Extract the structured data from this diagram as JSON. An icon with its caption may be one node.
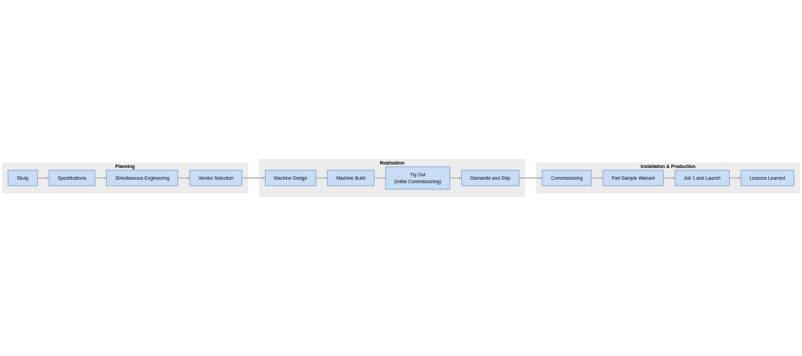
{
  "diagram": {
    "nodes": [
      {
        "text": [
          "Planning"
        ]
      },
      {
        "text": [
          "Study"
        ],
        "in": 0
      },
      {
        "text": [
          "Specifications"
        ],
        "in": 0
      },
      {
        "text": [
          "Simultaneous Engineering"
        ],
        "in": 0
      },
      {
        "text": [
          "Vendor Selection"
        ],
        "in": 0
      },
      {
        "text": [
          "Realisation"
        ]
      },
      {
        "text": [
          "Machine Design"
        ],
        "in": 5
      },
      {
        "text": [
          "Machine Build"
        ],
        "in": 5
      },
      {
        "text": [
          "Try Out",
          "(Initial Commissioning)"
        ],
        "in": 5
      },
      {
        "text": [
          "Dismantle and Ship"
        ],
        "in": 5
      },
      {
        "text": [
          "Installation & Production"
        ]
      },
      {
        "text": [
          "Commissioning"
        ],
        "in": 10
      },
      {
        "text": [
          "Part Sample Warrant"
        ],
        "in": 10
      },
      {
        "text": [
          "Job 1 and Launch"
        ],
        "in": 10
      },
      {
        "text": [
          "Lessons Learned"
        ],
        "in": 10
      }
    ],
    "edges": [
      {
        "from": 1,
        "to": 2,
        "arrow": "to"
      },
      {
        "from": 2,
        "to": 3,
        "arrow": "to"
      },
      {
        "from": 3,
        "to": 4,
        "arrow": "to"
      },
      {
        "from": 4,
        "to": 6,
        "arrow": "to"
      },
      {
        "from": 6,
        "to": 7,
        "arrow": "to"
      },
      {
        "from": 7,
        "to": 8,
        "arrow": "to"
      },
      {
        "from": 8,
        "to": 9,
        "arrow": "to"
      },
      {
        "from": 9,
        "to": 11,
        "arrow": "to"
      },
      {
        "from": 11,
        "to": 12,
        "arrow": "to"
      },
      {
        "from": 12,
        "to": 13,
        "arrow": "to"
      },
      {
        "from": 13,
        "to": 14,
        "arrow": "to"
      }
    ]
  }
}
